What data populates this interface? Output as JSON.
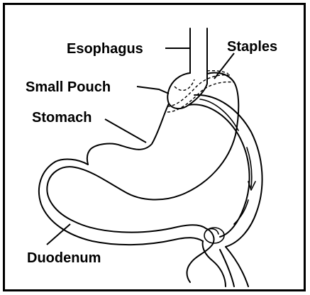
{
  "labels": {
    "esophagus": "Esophagus",
    "staples": "Staples",
    "small_pouch": "Small Pouch",
    "stomach": "Stomach",
    "duodenum": "Duodenum"
  },
  "colors": {
    "stroke": "#000000",
    "background": "#ffffff"
  }
}
